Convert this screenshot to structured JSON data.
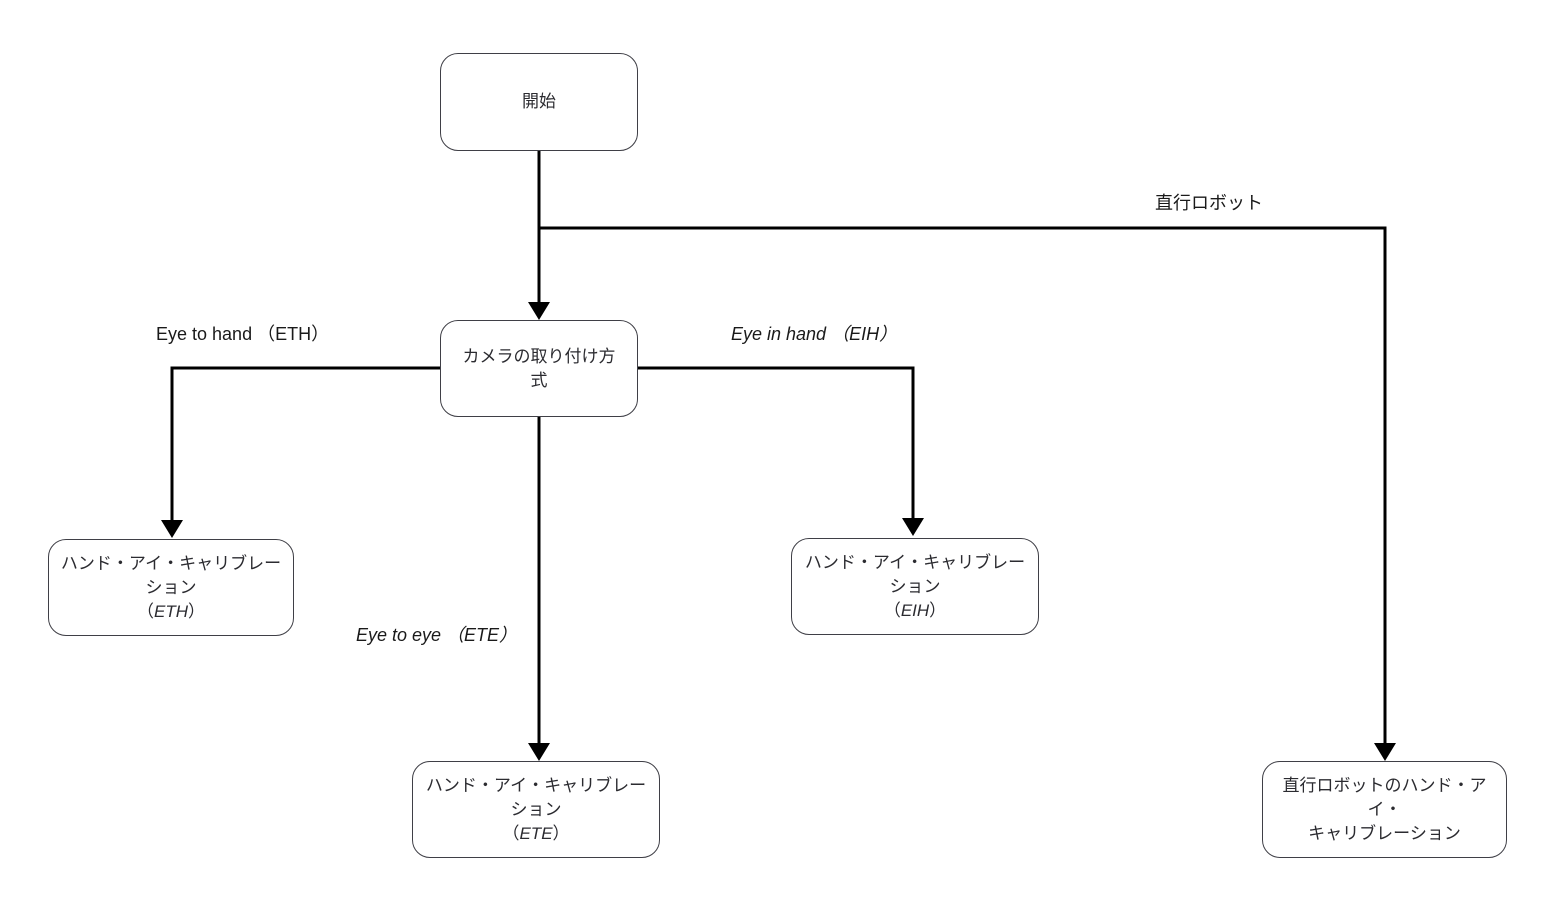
{
  "diagram": {
    "nodes": {
      "start": {
        "label": "開始"
      },
      "camera": {
        "lines": [
          "カメラの取り付け方",
          "式"
        ]
      },
      "eth": {
        "line1": "ハンド・アイ・キャリブレーション",
        "paren_open": "（",
        "code": "ETH",
        "paren_close": "）"
      },
      "eih": {
        "line1": "ハンド・アイ・キャリブレーション",
        "paren_open": "（",
        "code": "EIH",
        "paren_close": "）"
      },
      "ete": {
        "line1": "ハンド・アイ・キャリブレーション",
        "paren_open": "（",
        "code": "ETE",
        "paren_close": "）"
      },
      "cartesian": {
        "lines": [
          "直行ロボットのハンド・アイ・",
          "キャリブレーション"
        ]
      }
    },
    "edge_labels": {
      "eth": "Eye to hand （ETH）",
      "eih": "Eye in hand （EIH）",
      "ete": "Eye to eye （ETE）",
      "cartesian": "直行ロボット"
    },
    "colors": {
      "line": "#000000",
      "node_border": "#3f3f46",
      "text": "#2b2b30",
      "background": "#ffffff"
    }
  }
}
